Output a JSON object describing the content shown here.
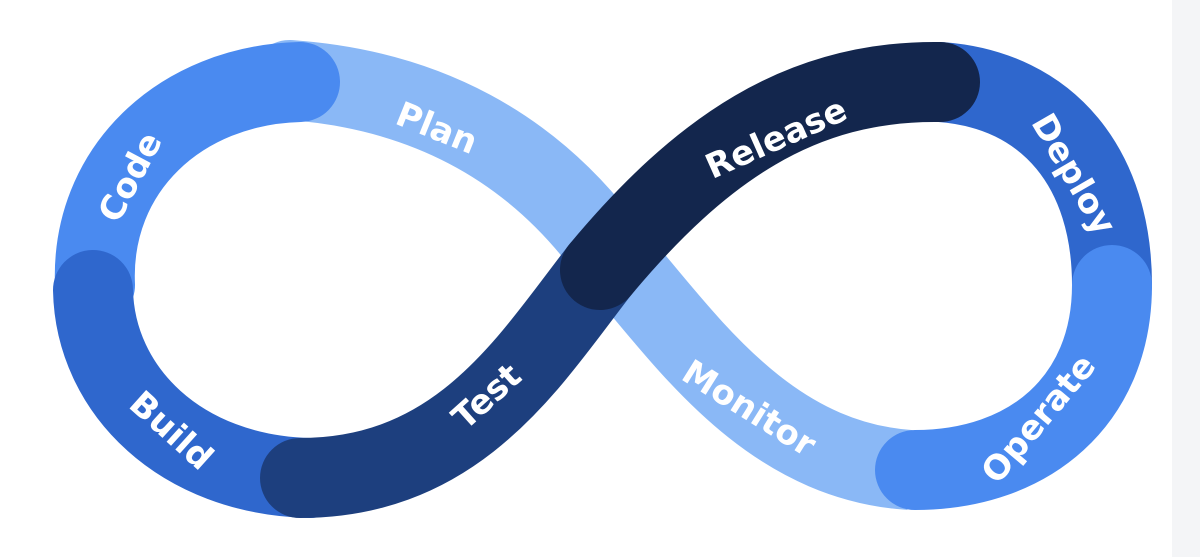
{
  "diagram": {
    "stages": [
      {
        "id": "code",
        "label": "Code",
        "color": "#4a8af0"
      },
      {
        "id": "plan",
        "label": "Plan",
        "color": "#8ab8f6"
      },
      {
        "id": "release",
        "label": "Release",
        "color": "#13264d"
      },
      {
        "id": "deploy",
        "label": "Deploy",
        "color": "#2f67cd"
      },
      {
        "id": "operate",
        "label": "Operate",
        "color": "#4a8af0"
      },
      {
        "id": "monitor",
        "label": "Monitor",
        "color": "#8ab8f6"
      },
      {
        "id": "test",
        "label": "Test",
        "color": "#1d3f7e"
      },
      {
        "id": "build",
        "label": "Build",
        "color": "#2f67cd"
      }
    ],
    "label_color": "#ffffff",
    "background": "#ffffff"
  }
}
